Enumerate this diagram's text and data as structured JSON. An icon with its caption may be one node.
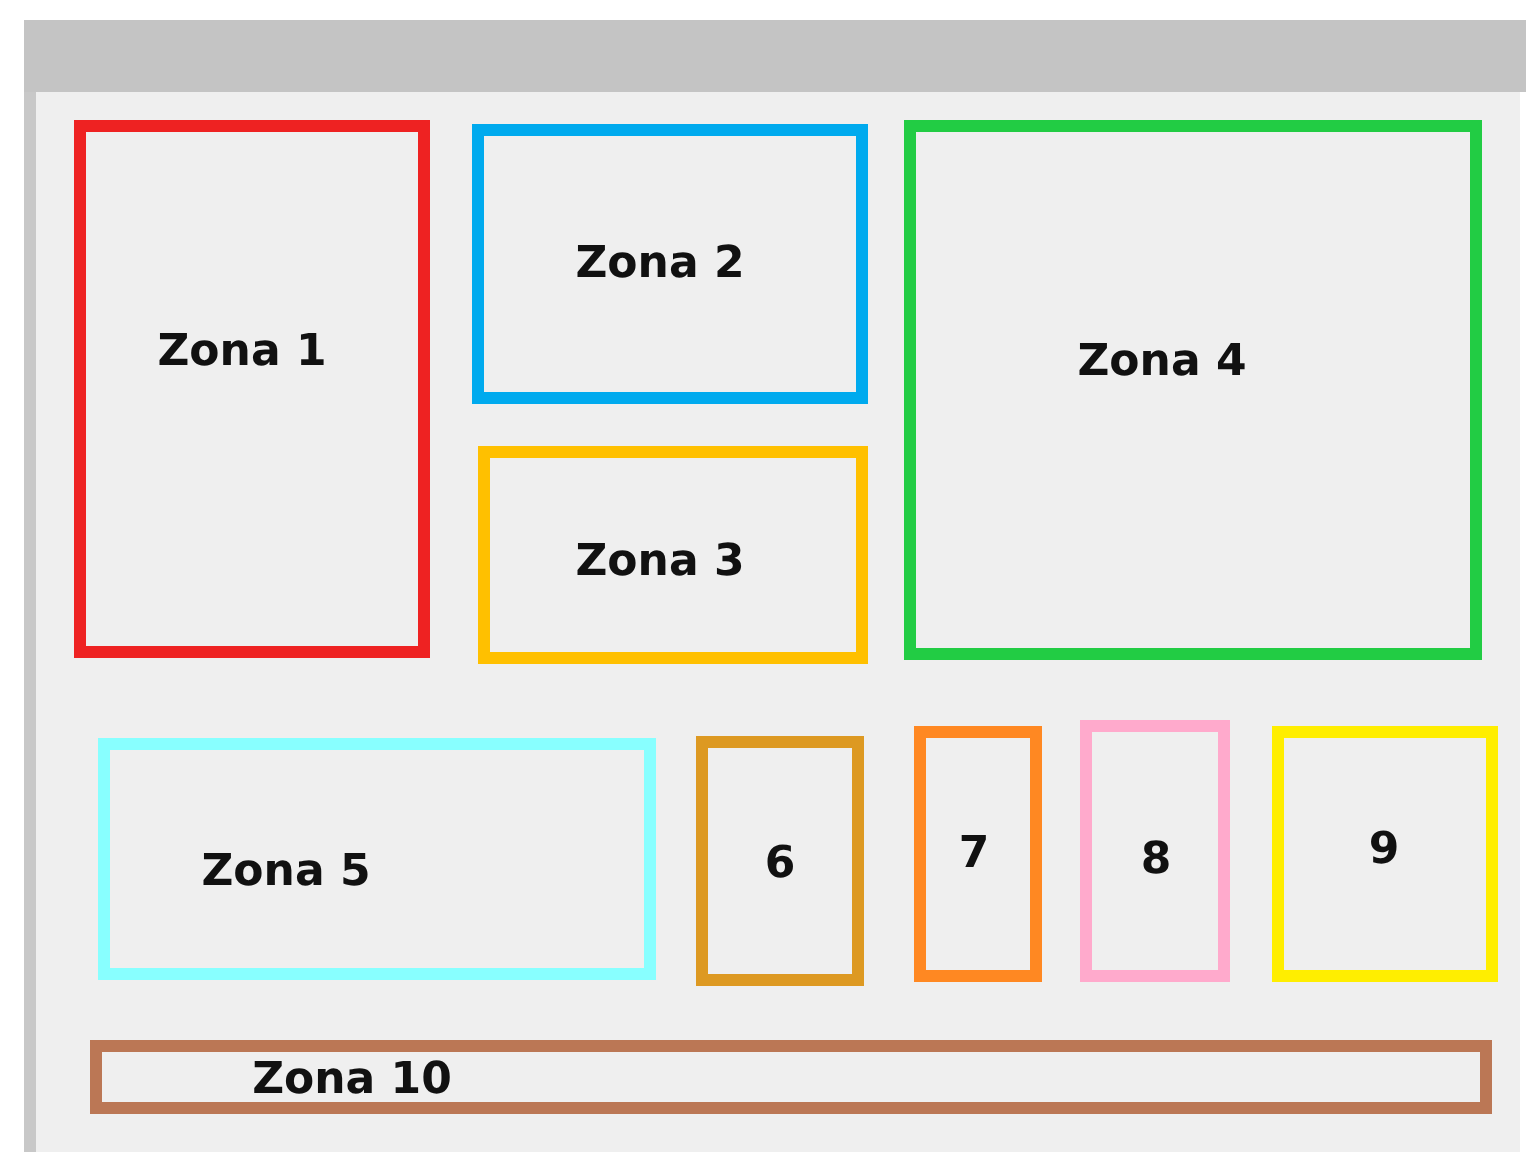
{
  "diagram": {
    "nodes": [
      {
        "text": [
          "Zona 1"
        ]
      },
      {
        "text": [
          "Zona 2"
        ]
      },
      {
        "text": [
          "Zona 3"
        ]
      },
      {
        "text": [
          "Zona 4"
        ]
      },
      {
        "text": [
          "Zona 5"
        ]
      },
      {
        "text": [
          "6"
        ]
      },
      {
        "text": [
          "7"
        ]
      },
      {
        "text": [
          "8"
        ]
      },
      {
        "text": [
          "9"
        ]
      },
      {
        "text": [
          "Zona 10"
        ]
      }
    ]
  }
}
